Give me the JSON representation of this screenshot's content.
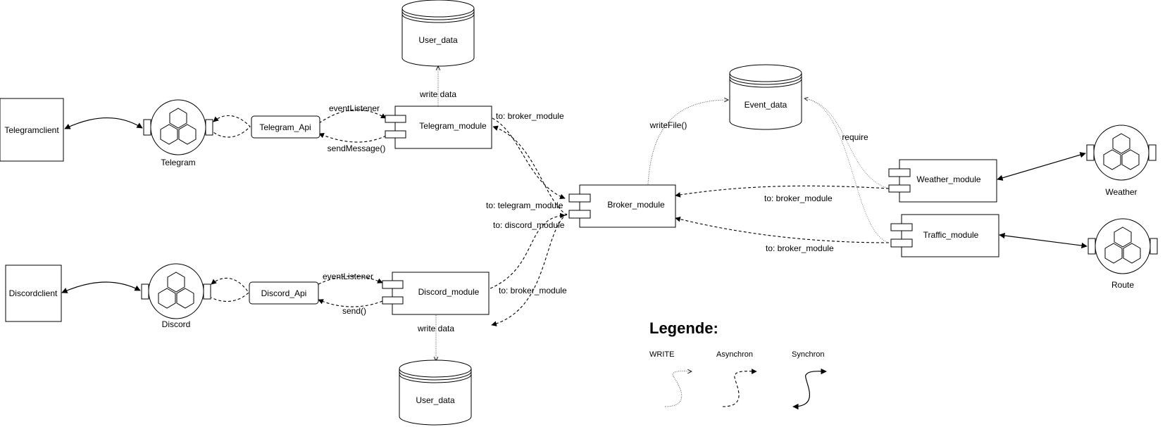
{
  "external": {
    "telegramclient": "Telegramclient",
    "discordclient": "Discordclient"
  },
  "services": {
    "telegram": "Telegram",
    "discord": "Discord",
    "weather": "Weather",
    "route": "Route"
  },
  "apis": {
    "telegram_api": "Telegram_Api",
    "discord_api": "Discord_Api"
  },
  "modules": {
    "telegram_module": "Telegram_module",
    "discord_module": "Discord_module",
    "broker_module": "Broker_module",
    "weather_module": "Weather_module",
    "traffic_module": "Traffic_module"
  },
  "databases": {
    "user_data_top": "User_data",
    "user_data_bottom": "User_data",
    "event_data": "Event_data"
  },
  "edge_labels": {
    "write_data_top": "write data",
    "write_data_bottom": "write data",
    "event_listener_telegram": "eventListener",
    "send_message": "sendMessage()",
    "event_listener_discord": "eventListener",
    "send": "send()",
    "telegram_to_broker": "to: broker_module",
    "discord_to_broker": "to: broker_module",
    "to_telegram_module": "to: telegram_module",
    "to_discord_module": "to: discord_module",
    "write_file": "writeFile()",
    "require": "require",
    "weather_to_broker": "to: broker_module",
    "traffic_to_broker": "to: broker_module"
  },
  "legend": {
    "title": "Legende:",
    "write": "WRITE",
    "asynchron": "Asynchron",
    "synchron": "Synchron"
  }
}
